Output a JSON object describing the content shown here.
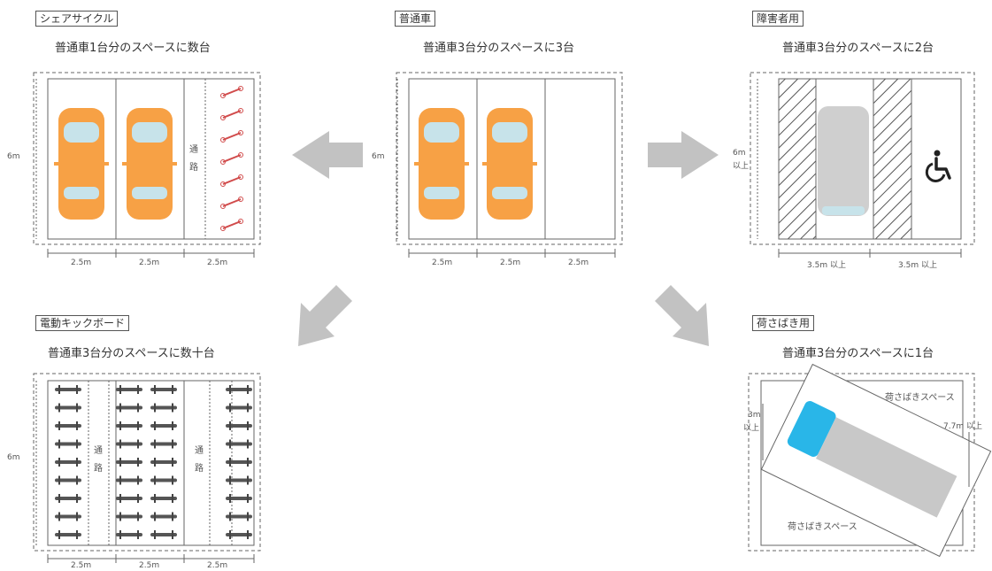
{
  "panels": {
    "center": {
      "title": "普通車",
      "subtitle": "普通車3台分のスペースに3台",
      "height": "6m",
      "widths": [
        "2.5m",
        "2.5m",
        "2.5m"
      ]
    },
    "share_cycle": {
      "title": "シェアサイクル",
      "subtitle": "普通車1台分のスペースに数台",
      "height": "6m",
      "widths": [
        "2.5m",
        "2.5m",
        "2.5m"
      ],
      "aisle": "通路"
    },
    "disabled": {
      "title": "障害者用",
      "subtitle": "普通車3台分のスペースに2台",
      "height_line1": "6m",
      "height_line2": "以上",
      "widths": [
        "3.5m 以上",
        "3.5m 以上"
      ]
    },
    "kickboard": {
      "title": "電動キックボード",
      "subtitle": "普通車3台分のスペースに数十台",
      "height": "6m",
      "widths": [
        "2.5m",
        "2.5m",
        "2.5m"
      ],
      "aisle": "通路"
    },
    "loading": {
      "title": "荷さばき用",
      "subtitle": "普通車3台分のスペースに1台",
      "space_label": "荷さばきスペース",
      "width_label": "3m",
      "width_suffix": "以上",
      "length_label": "7.7m 以上"
    }
  },
  "colors": {
    "car": "#f7a145",
    "car_window": "#c7e3ea",
    "arrow": "#c2c2c2",
    "truck_cab": "#29b6e8",
    "truck_bed": "#c8c8c8",
    "gray_car": "#cfcfcf",
    "bike": "#d14b4b"
  },
  "icons": {
    "wheelchair": "wheelchair-icon"
  }
}
